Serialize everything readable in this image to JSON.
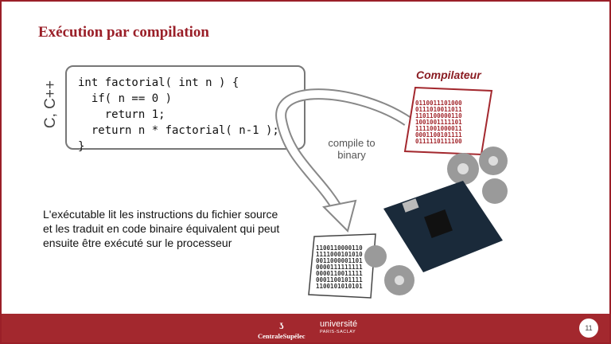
{
  "title": "Exécution par compilation",
  "language_label": "C, C++",
  "code_lines": [
    "int factorial( int n ) {",
    "  if( n == 0 )",
    "    return 1;",
    "  return n * factorial( n-1 );",
    "}"
  ],
  "compiler_label": "Compilateur",
  "compiler_binary": "0110011101000\n0111010011011\n1101100000110\n1001001111101\n1111001000011\n0001100101111\n0111110111100",
  "arrow_label": "compile to\nbinary",
  "output_binary": "1100110000110\n1111000101010\n0011000001101\n0000111111111\n0000110011111\n0001100101111\n1100101010101",
  "description": "L'exécutable lit les instructions du fichier source et les traduit en code binaire équivalent qui peut ensuite être exécuté sur le processeur",
  "footer": {
    "logo_centrale": "CentraleSupélec",
    "logo_univ": "université",
    "logo_univ_sub": "PARIS-SACLAY",
    "page_number": "11"
  },
  "colors": {
    "brand": "#a3282e"
  }
}
